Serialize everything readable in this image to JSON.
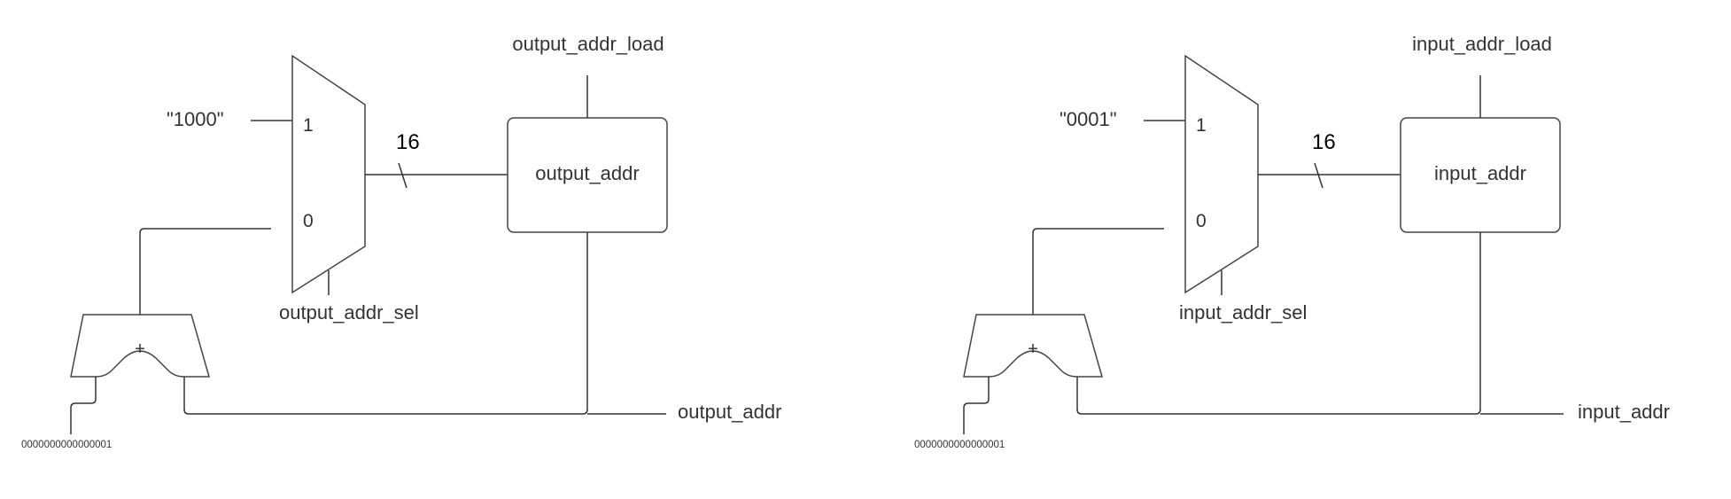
{
  "diagrams": [
    {
      "const_input": "\"1000\"",
      "mux_in1": "1",
      "mux_in0": "0",
      "bus_width": "16",
      "register": "output_addr",
      "load_signal": "output_addr_load",
      "select_signal": "output_addr_sel",
      "adder_op": "+",
      "increment": "0000000000000001",
      "output": "output_addr"
    },
    {
      "const_input": "\"0001\"",
      "mux_in1": "1",
      "mux_in0": "0",
      "bus_width": "16",
      "register": "input_addr",
      "load_signal": "input_addr_load",
      "select_signal": "input_addr_sel",
      "adder_op": "+",
      "increment": "0000000000000001",
      "output": "input_addr"
    }
  ]
}
